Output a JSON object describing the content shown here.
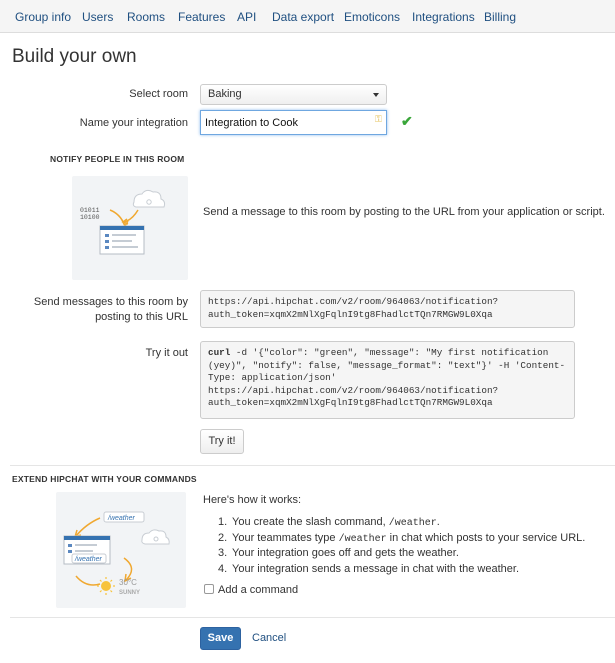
{
  "nav": {
    "tabs": [
      "Group info",
      "Users",
      "Rooms",
      "Features",
      "API",
      "Data export",
      "Emoticons",
      "Integrations",
      "Billing"
    ]
  },
  "page": {
    "title": "Build your own"
  },
  "form": {
    "select_room_label": "Select room",
    "select_room_value": "Baking",
    "name_label": "Name your integration",
    "name_value": "Integration to Cook"
  },
  "notify": {
    "heading": "NOTIFY PEOPLE IN THIS ROOM",
    "description": "Send a message to this room by posting to the URL from your application or script.",
    "illustration_binary_1": "01011",
    "illustration_binary_2": "10100",
    "url_label_line1": "Send messages to this room by",
    "url_label_line2": "posting to this URL",
    "url": "https://api.hipchat.com/v2/room/964063/notification?\nauth_token=xqmX2mNlXgFqlnI9tg8FhadlctTQn7RMGW9L0Xqa",
    "try_label": "Try it out",
    "curl_cmd": "curl",
    "curl_rest": " -d '{\"color\": \"green\", \"message\": \"My first notification\n(yey)\", \"notify\": false, \"message_format\": \"text\"}' -H 'Content-\nType: application/json'\nhttps://api.hipchat.com/v2/room/964063/notification?\nauth_token=xqmX2mNlXgFqlnI9tg8FhadlctTQn7RMGW9L0Xqa",
    "try_button": "Try it!"
  },
  "extend": {
    "heading": "EXTEND HIPCHAT WITH YOUR COMMANDS",
    "how_title": "Here's how it works:",
    "illustration_cmd_1": "/weather",
    "illustration_cmd_2": "/weather",
    "illustration_temp": "30°C",
    "illustration_cond": "SUNNY",
    "step1_num": "1.",
    "step1_pre": "You create the slash command, ",
    "step1_code": "/weather",
    "step1_post": ".",
    "step2_num": "2.",
    "step2_pre": "Your teammates type ",
    "step2_code": "/weather",
    "step2_post": " in chat which posts to your service URL.",
    "step3_num": "3.",
    "step3_text": "Your integration goes off and gets the weather.",
    "step4_num": "4.",
    "step4_text": "Your integration sends a message in chat with the weather.",
    "add_command": "Add a command"
  },
  "actions": {
    "save": "Save",
    "cancel": "Cancel"
  },
  "colors": {
    "link": "#205081",
    "primary": "#3572b0",
    "success": "#3aa63a",
    "illustration_bg": "#f2f4f6"
  }
}
